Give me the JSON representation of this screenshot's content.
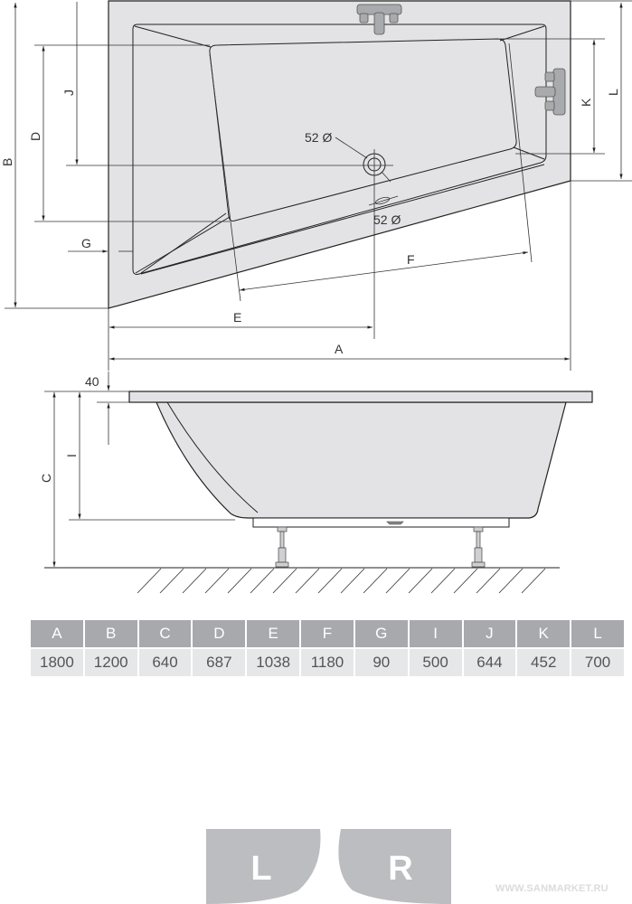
{
  "top_view": {
    "labels": {
      "A": "A",
      "B": "B",
      "D": "D",
      "E": "E",
      "F": "F",
      "G": "G",
      "J": "J",
      "K": "K",
      "L": "L"
    },
    "drain_label": "52 Ø",
    "overflow_label": "52 Ø"
  },
  "side_view": {
    "labels": {
      "C": "C",
      "I": "I"
    },
    "rim_label": "40"
  },
  "dimensions_table": {
    "headers": [
      "A",
      "B",
      "C",
      "D",
      "E",
      "F",
      "G",
      "I",
      "J",
      "K",
      "L"
    ],
    "values": [
      "1800",
      "1200",
      "640",
      "687",
      "1038",
      "1180",
      "90",
      "500",
      "644",
      "452",
      "700"
    ]
  },
  "variants": {
    "left": "L",
    "right": "R"
  },
  "watermark": "WWW.SANMARKET.RU",
  "colors": {
    "tub_fill": "#e3e3e5",
    "header_bg": "#a7a9ac",
    "value_bg": "#e6e7e8",
    "badge": "#bcbdc0"
  }
}
